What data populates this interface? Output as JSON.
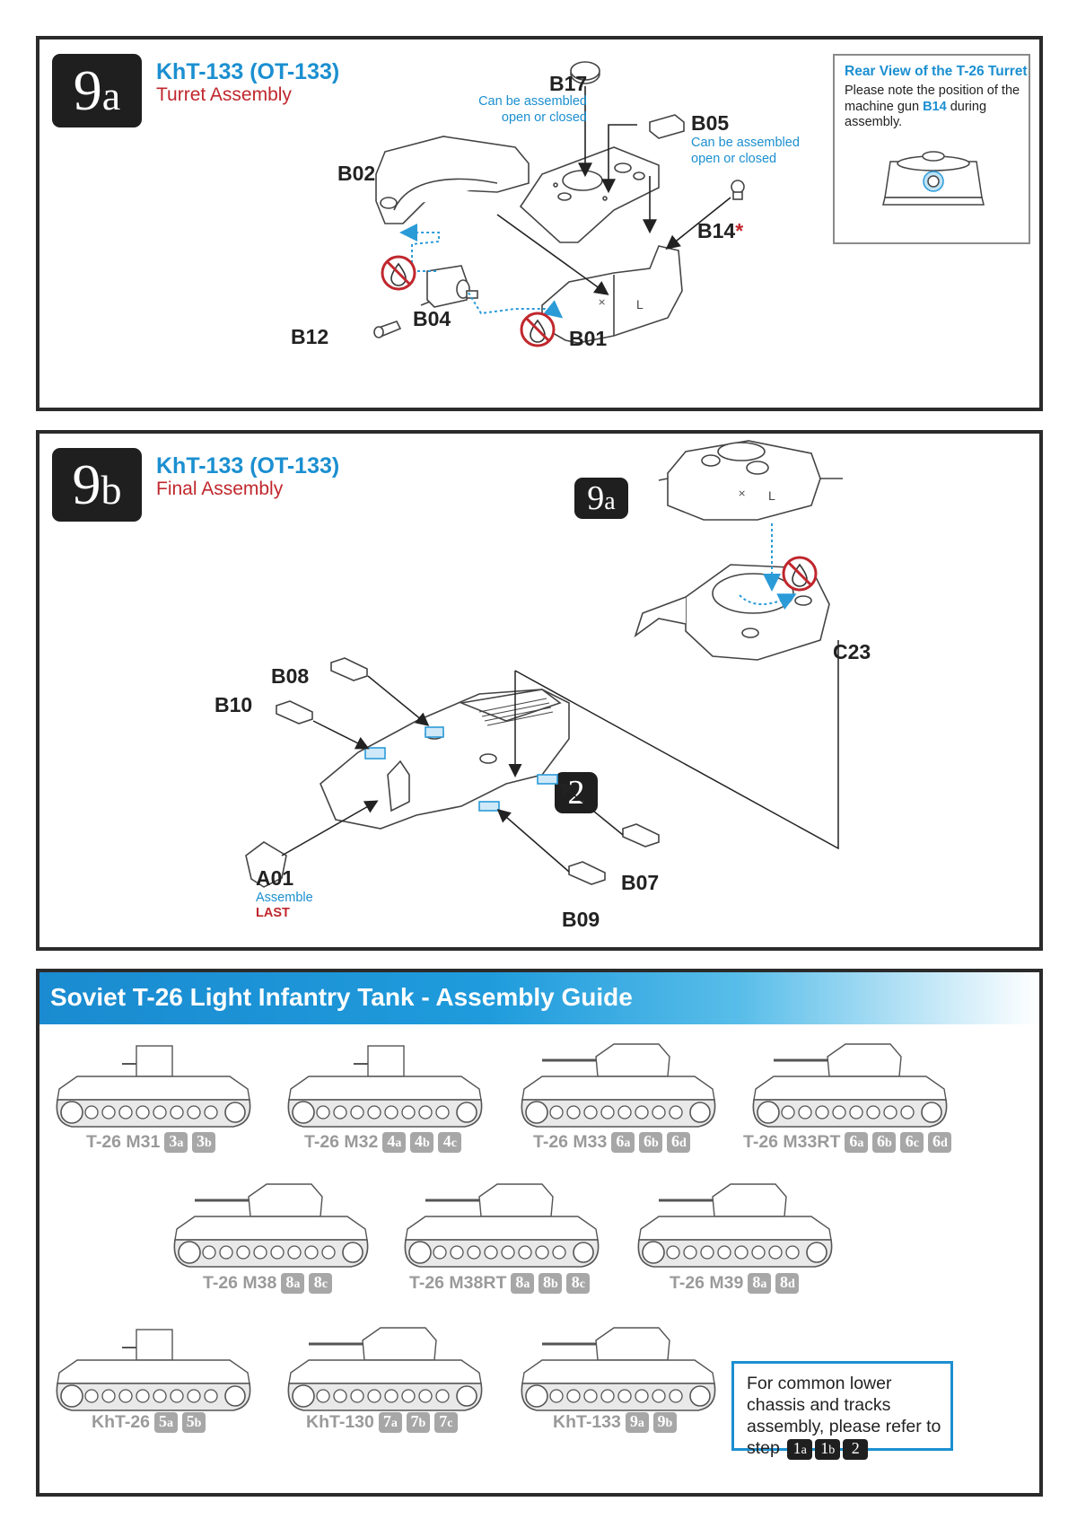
{
  "step9a": {
    "badge_num": "9",
    "badge_sub": "a",
    "title": "KhT-133 (OT-133)",
    "subtitle": "Turret Assembly",
    "parts": {
      "b17": "B17",
      "b05": "B05",
      "b02": "B02",
      "b14": "B14",
      "b14_star": "*",
      "b12": "B12",
      "b04": "B04",
      "b01": "B01"
    },
    "notes": {
      "b17_l1": "Can be assembled",
      "b17_l2": "open or closed",
      "b05_l1": "Can be assembled",
      "b05_l2": "open or closed"
    },
    "rear_view": {
      "title": "Rear View of the T-26 Turret",
      "text_1": "Please note the position of the machine gun ",
      "part": "B14",
      "text_2": " during assembly."
    }
  },
  "step9b": {
    "badge_num": "9",
    "badge_sub": "b",
    "title": "KhT-133 (OT-133)",
    "subtitle": "Final Assembly",
    "ref_9a_num": "9",
    "ref_9a_sub": "a",
    "ref_2": "2",
    "parts": {
      "c23": "C23",
      "b08": "B08",
      "b10": "B10",
      "a01": "A01",
      "b07": "B07",
      "b09": "B09"
    },
    "a01_note_1": "Assemble",
    "a01_note_2": "LAST"
  },
  "guide": {
    "title": "Soviet T-26 Light Infantry Tank - Assembly Guide",
    "tanks": [
      {
        "name": "T-26 M31",
        "steps": [
          [
            "3",
            "a"
          ],
          [
            "3",
            "b"
          ]
        ]
      },
      {
        "name": "T-26 M32",
        "steps": [
          [
            "4",
            "a"
          ],
          [
            "4",
            "b"
          ],
          [
            "4",
            "c"
          ]
        ]
      },
      {
        "name": "T-26 M33",
        "steps": [
          [
            "6",
            "a"
          ],
          [
            "6",
            "b"
          ],
          [
            "6",
            "d"
          ]
        ]
      },
      {
        "name": "T-26 M33RT",
        "steps": [
          [
            "6",
            "a"
          ],
          [
            "6",
            "b"
          ],
          [
            "6",
            "c"
          ],
          [
            "6",
            "d"
          ]
        ]
      },
      {
        "name": "T-26 M38",
        "steps": [
          [
            "8",
            "a"
          ],
          [
            "8",
            "c"
          ]
        ]
      },
      {
        "name": "T-26 M38RT",
        "steps": [
          [
            "8",
            "a"
          ],
          [
            "8",
            "b"
          ],
          [
            "8",
            "c"
          ]
        ]
      },
      {
        "name": "T-26 M39",
        "steps": [
          [
            "8",
            "a"
          ],
          [
            "8",
            "d"
          ]
        ]
      },
      {
        "name": "KhT-26",
        "steps": [
          [
            "5",
            "a"
          ],
          [
            "5",
            "b"
          ]
        ]
      },
      {
        "name": "KhT-130",
        "steps": [
          [
            "7",
            "a"
          ],
          [
            "7",
            "b"
          ],
          [
            "7",
            "c"
          ]
        ]
      },
      {
        "name": "KhT-133",
        "steps": [
          [
            "9",
            "a"
          ],
          [
            "9",
            "b"
          ]
        ]
      }
    ],
    "info": {
      "text": "For common lower chassis and tracks assembly, please refer to step",
      "refs": [
        [
          "1",
          "a"
        ],
        [
          "1",
          "b"
        ],
        [
          "2",
          ""
        ]
      ]
    }
  },
  "colors": {
    "blue": "#1b8fd0",
    "red": "#c0272d",
    "dark": "#1f1f1f",
    "chip_grey": "#a7a7a7",
    "cement_blue": "#2b9bd8"
  },
  "icons": [
    "no-glue-icon",
    "tank-icon"
  ]
}
